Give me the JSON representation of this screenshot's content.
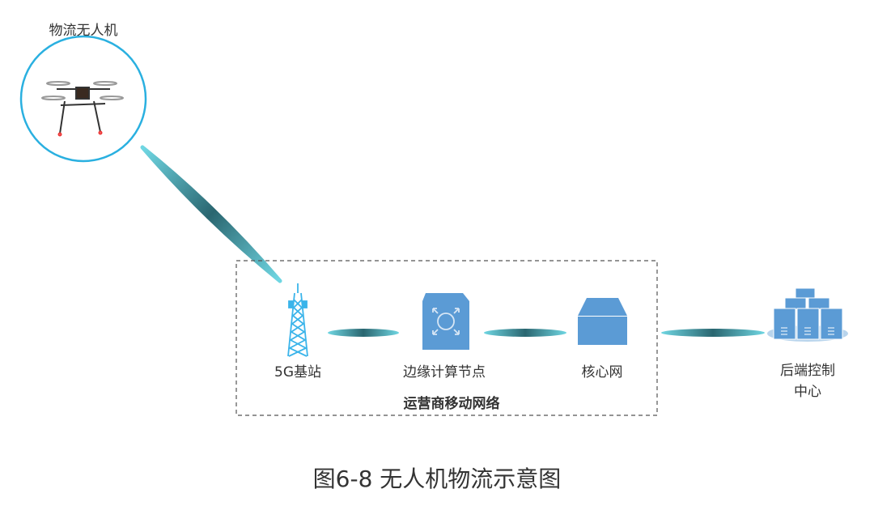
{
  "nodes": {
    "drone": {
      "label": "物流无人机"
    },
    "base_station": {
      "label": "5G基站"
    },
    "edge_node": {
      "label": "边缘计算节点"
    },
    "core_network": {
      "label": "核心网"
    },
    "backend": {
      "label_line1": "后端控制",
      "label_line2": "中心"
    }
  },
  "network_group": {
    "label": "运营商移动网络"
  },
  "caption": "图6-8  无人机物流示意图",
  "colors": {
    "circle": "#2ab0e0",
    "icon_blue": "#5b9bd5",
    "link_edge": "#5fd0dc",
    "link_center": "#2a6670"
  }
}
